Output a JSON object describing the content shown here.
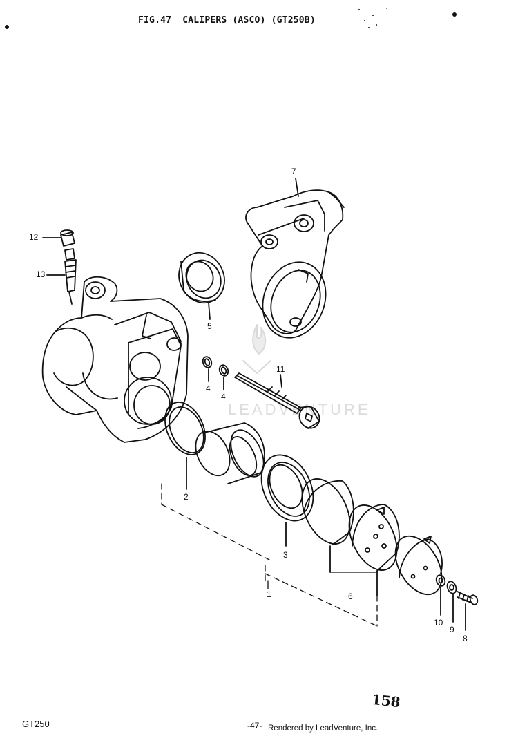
{
  "header": {
    "title": "FIG.47  CALIPERS (ASCO) (GT250B)"
  },
  "watermark": {
    "text": "LEADVENTURE"
  },
  "callouts": [
    {
      "id": "12",
      "label": "12"
    },
    {
      "id": "13",
      "label": "13"
    },
    {
      "id": "7",
      "label": "7"
    },
    {
      "id": "5",
      "label": "5"
    },
    {
      "id": "4a",
      "label": "4"
    },
    {
      "id": "4b",
      "label": "4"
    },
    {
      "id": "11",
      "label": "11"
    },
    {
      "id": "2",
      "label": "2"
    },
    {
      "id": "3",
      "label": "3"
    },
    {
      "id": "1",
      "label": "1"
    },
    {
      "id": "6",
      "label": "6"
    },
    {
      "id": "10",
      "label": "10"
    },
    {
      "id": "9",
      "label": "9"
    },
    {
      "id": "8",
      "label": "8"
    }
  ],
  "footer": {
    "page_number": "158",
    "model": "GT250",
    "page_ref": "-47-",
    "rendered_by": "Rendered by LeadVenture, Inc."
  }
}
